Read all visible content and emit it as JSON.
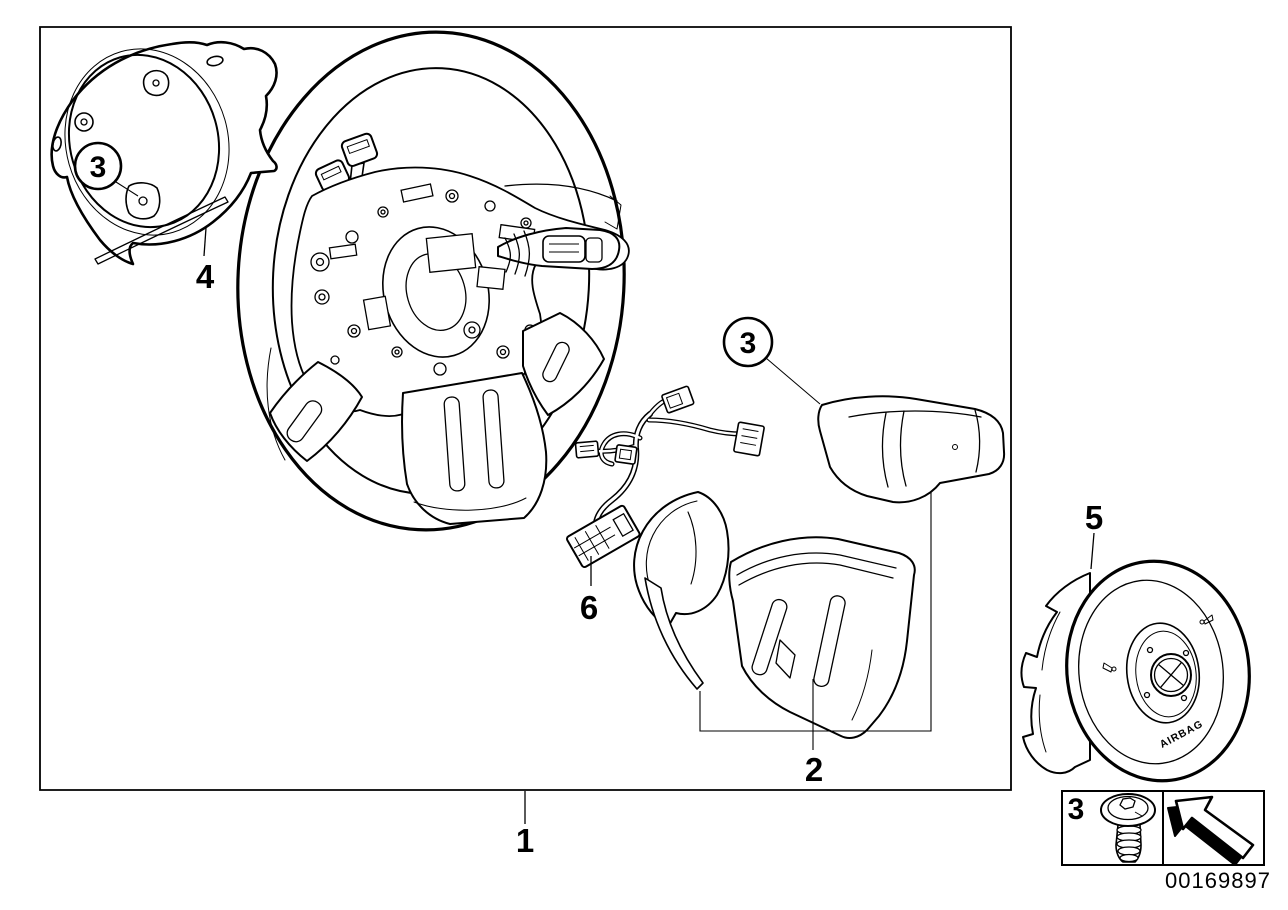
{
  "colors": {
    "line": "#000000",
    "background": "#ffffff"
  },
  "labels": {
    "steering_wheel": "1",
    "spoke_covers": "2",
    "screw": "3",
    "column_cover": "4",
    "airbag_module": "5",
    "cable_harness": "6"
  },
  "airbag": {
    "brand_text": "AIRBAG"
  },
  "legend": {
    "screw_quantity": "3",
    "icons": [
      "screw-icon",
      "direction-arrow-icon"
    ]
  },
  "footer": {
    "part_number": "00169897"
  }
}
